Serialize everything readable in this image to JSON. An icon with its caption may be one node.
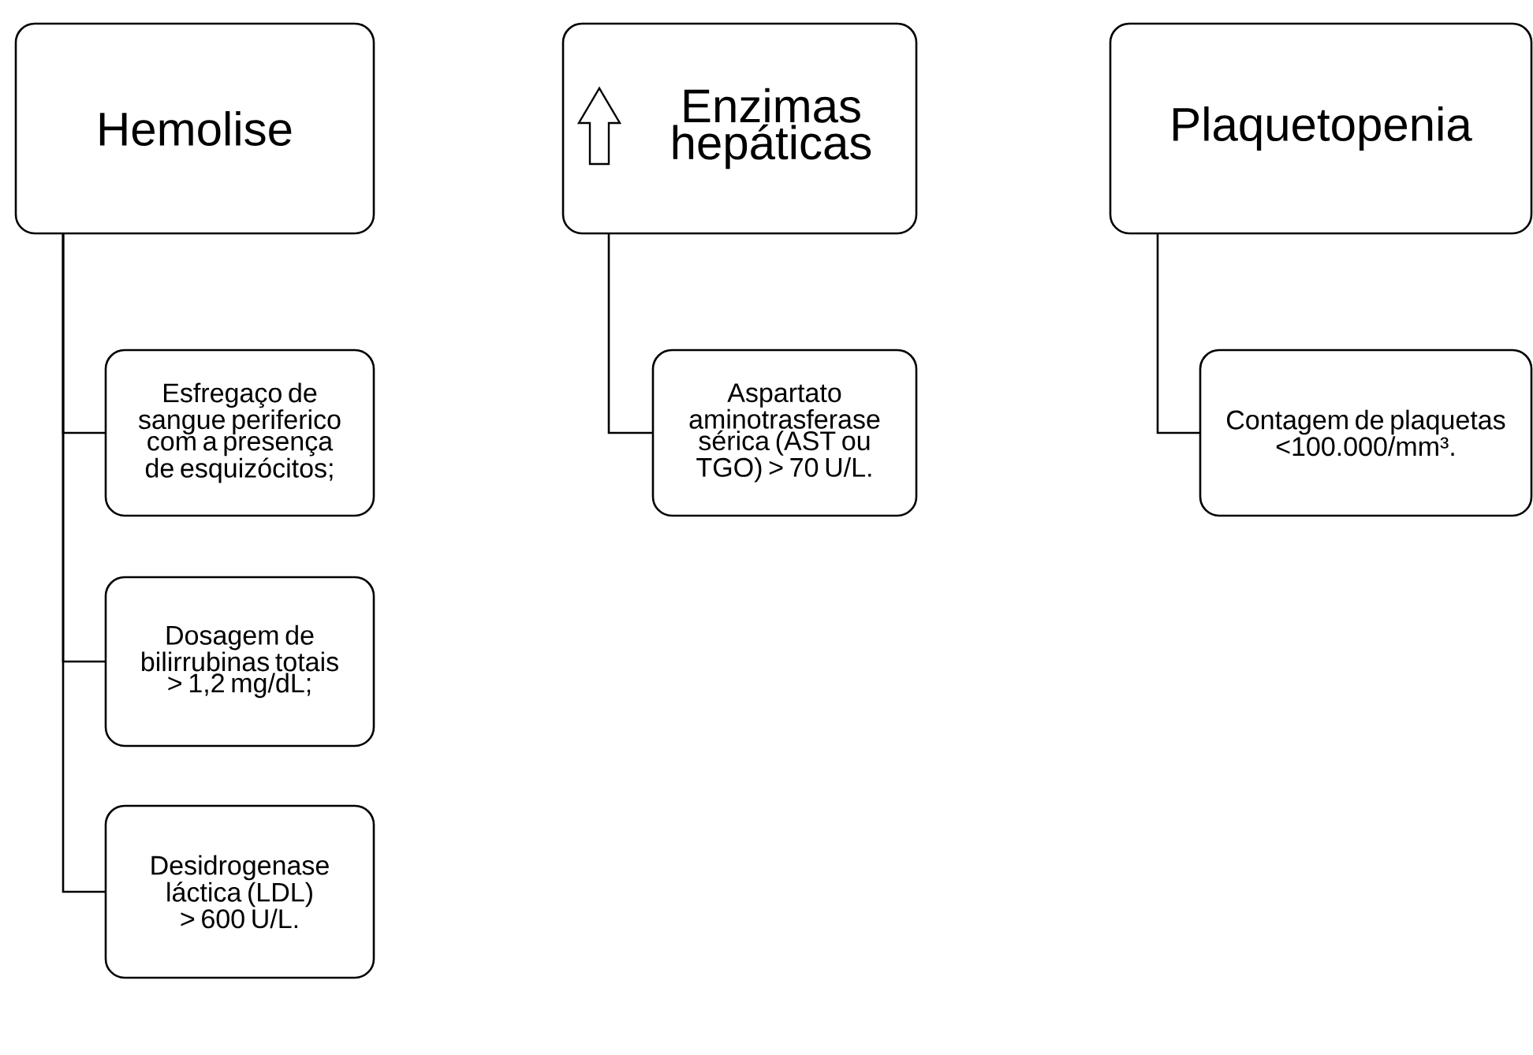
{
  "diagram": {
    "nodes": [
      {
        "text": [
          "Hemolise"
        ]
      },
      {
        "text": [
          "Esfregaço de sangue periferico com a presença de esquizócitos;"
        ]
      },
      {
        "text": [
          "Dosagem de bilirrubinas totais > 1,2 mg/dL;"
        ]
      },
      {
        "text": [
          "Desidrogenase láctica (LDL) > 600 U/L."
        ]
      },
      {
        "text": [
          "Enzimas hepáticas"
        ]
      },
      {
        "text": [
          "Aspartato aminotrasferase sérica (AST ou TGO) > 70 U/L."
        ]
      },
      {
        "text": [
          "Plaquetopenia"
        ]
      },
      {
        "text": [
          "Contagem de plaquetas <100.000/mm³."
        ]
      }
    ],
    "edges": [
      {
        "from": 0,
        "to": 1,
        "arrow": "none"
      },
      {
        "from": 0,
        "to": 2,
        "arrow": "none"
      },
      {
        "from": 0,
        "to": 3,
        "arrow": "none"
      },
      {
        "from": 4,
        "to": 5,
        "arrow": "none"
      },
      {
        "from": 6,
        "to": 7,
        "arrow": "none"
      }
    ]
  }
}
